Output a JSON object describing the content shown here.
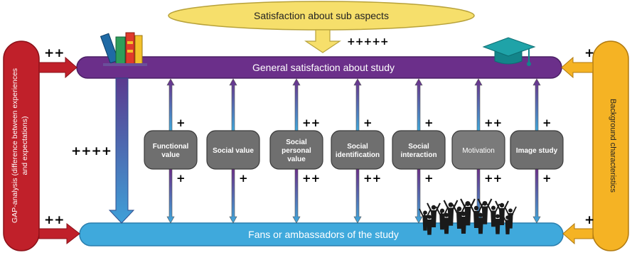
{
  "top_ellipse": {
    "label": "Satisfaction about sub aspects",
    "fill": "#f6df6b"
  },
  "general_bar": {
    "label": "General satisfaction about study",
    "fill": "#6b2f8a"
  },
  "fans_bar": {
    "label": "Fans or ambassadors of the study",
    "fill": "#3fa9dc"
  },
  "left_pill": {
    "label": "GAP-analysis (difference between experiences and expectations)",
    "line1": "GAP-analysis (difference between experiences",
    "line2": "and expectations)",
    "fill": "#c0202a"
  },
  "right_pill": {
    "label": "Background characteristics",
    "fill": "#f5b324"
  },
  "signs": {
    "top_to_general": "+++++",
    "gap_to_general": "++",
    "gap_to_fans": "++",
    "general_to_fans": "++++",
    "background_to_general": "+",
    "background_to_fans": "+"
  },
  "aspects": [
    {
      "label_lines": [
        "Functional",
        "value"
      ],
      "sign_top": "+",
      "sign_bottom": "+",
      "fill": "#6f6f6f"
    },
    {
      "label_lines": [
        "Social value"
      ],
      "sign_top": "",
      "sign_bottom": "+",
      "fill": "#6f6f6f"
    },
    {
      "label_lines": [
        "Social",
        "personal",
        "value"
      ],
      "sign_top": "++",
      "sign_bottom": "++",
      "fill": "#6f6f6f"
    },
    {
      "label_lines": [
        "Social",
        "identification"
      ],
      "sign_top": "+",
      "sign_bottom": "++",
      "fill": "#6f6f6f"
    },
    {
      "label_lines": [
        "Social",
        "interaction"
      ],
      "sign_top": "+",
      "sign_bottom": "+",
      "fill": "#6f6f6f"
    },
    {
      "label_lines": [
        "Motivation"
      ],
      "sign_top": "++",
      "sign_bottom": "++",
      "fill": "#7a7a7a"
    },
    {
      "label_lines": [
        "Image study"
      ],
      "sign_top": "+",
      "sign_bottom": "+",
      "fill": "#6f6f6f"
    }
  ],
  "icons": [
    "books-icon",
    "graduation-cap-icon",
    "crowd-icon"
  ]
}
